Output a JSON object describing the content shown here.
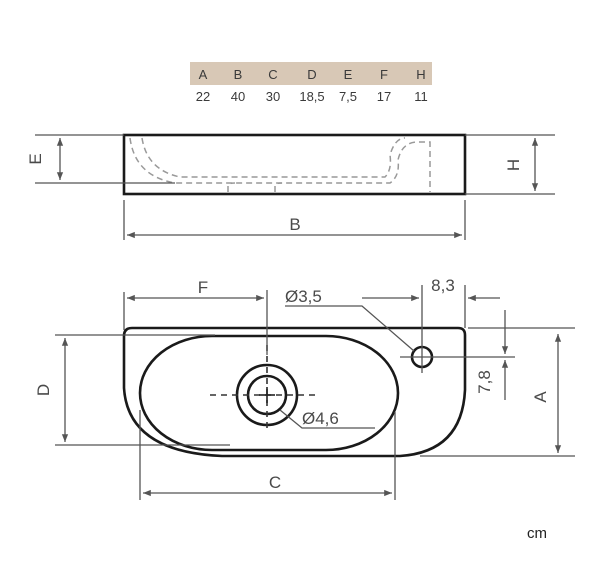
{
  "table": {
    "header_color": "#d8c8b6",
    "columns": [
      {
        "label": "A",
        "value": "22"
      },
      {
        "label": "B",
        "value": "40"
      },
      {
        "label": "C",
        "value": "30"
      },
      {
        "label": "D",
        "value": "18,5"
      },
      {
        "label": "E",
        "value": "7,5"
      },
      {
        "label": "F",
        "value": "17"
      },
      {
        "label": "H",
        "value": "11"
      }
    ]
  },
  "side_view": {
    "label_e": "E",
    "label_h": "H",
    "label_b": "B"
  },
  "plan_view": {
    "label_f": "F",
    "label_d": "D",
    "label_c": "C",
    "label_a": "A",
    "tap_hole": "Ø3,5",
    "tap_offset": "8,3",
    "tap_depth": "7,8",
    "drain": "Ø4,6"
  },
  "unit": "cm"
}
